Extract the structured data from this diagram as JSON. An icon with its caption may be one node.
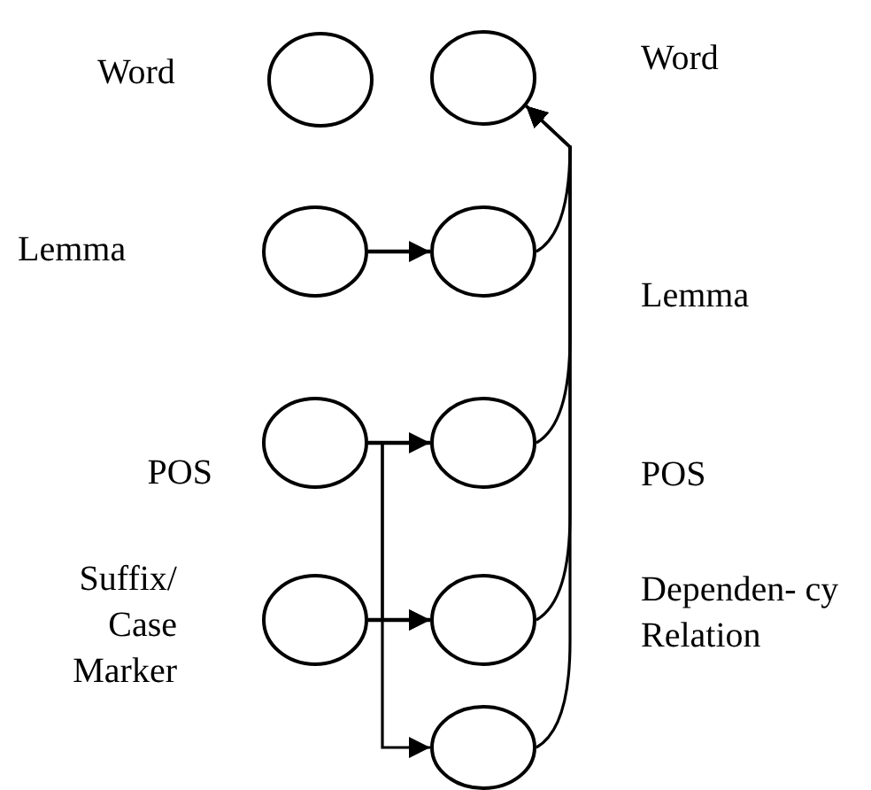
{
  "diagram": {
    "nodes": [
      {
        "text": [],
        "shape": "circle"
      },
      {
        "text": [],
        "shape": "circle"
      },
      {
        "text": [],
        "shape": "circle"
      },
      {
        "text": [],
        "shape": "circle"
      },
      {
        "text": [],
        "shape": "circle"
      },
      {
        "text": [],
        "shape": "circle"
      },
      {
        "text": [],
        "shape": "circle"
      },
      {
        "text": [],
        "shape": "circle"
      },
      {
        "text": [],
        "shape": "circle"
      }
    ],
    "edges": [
      {
        "from": 2,
        "to": 3,
        "arrow": "to"
      },
      {
        "from": 4,
        "to": 5,
        "arrow": "to"
      },
      {
        "from": 4,
        "to": 7,
        "arrow": "to"
      },
      {
        "from": 4,
        "to": 8,
        "arrow": "to"
      },
      {
        "from": 6,
        "to": 7,
        "arrow": "to"
      },
      {
        "from": 3,
        "to": 1,
        "arrow": "to"
      },
      {
        "from": 5,
        "to": 1,
        "arrow": "to"
      },
      {
        "from": 7,
        "to": 1,
        "arrow": "to"
      },
      {
        "from": 8,
        "to": 1,
        "arrow": "to"
      }
    ],
    "labels": [
      "Word",
      "Word",
      "Lemma",
      "Lemma",
      "POS",
      "POS",
      "Suffix/ Case Marker",
      "Dependen- cy Relation"
    ]
  }
}
